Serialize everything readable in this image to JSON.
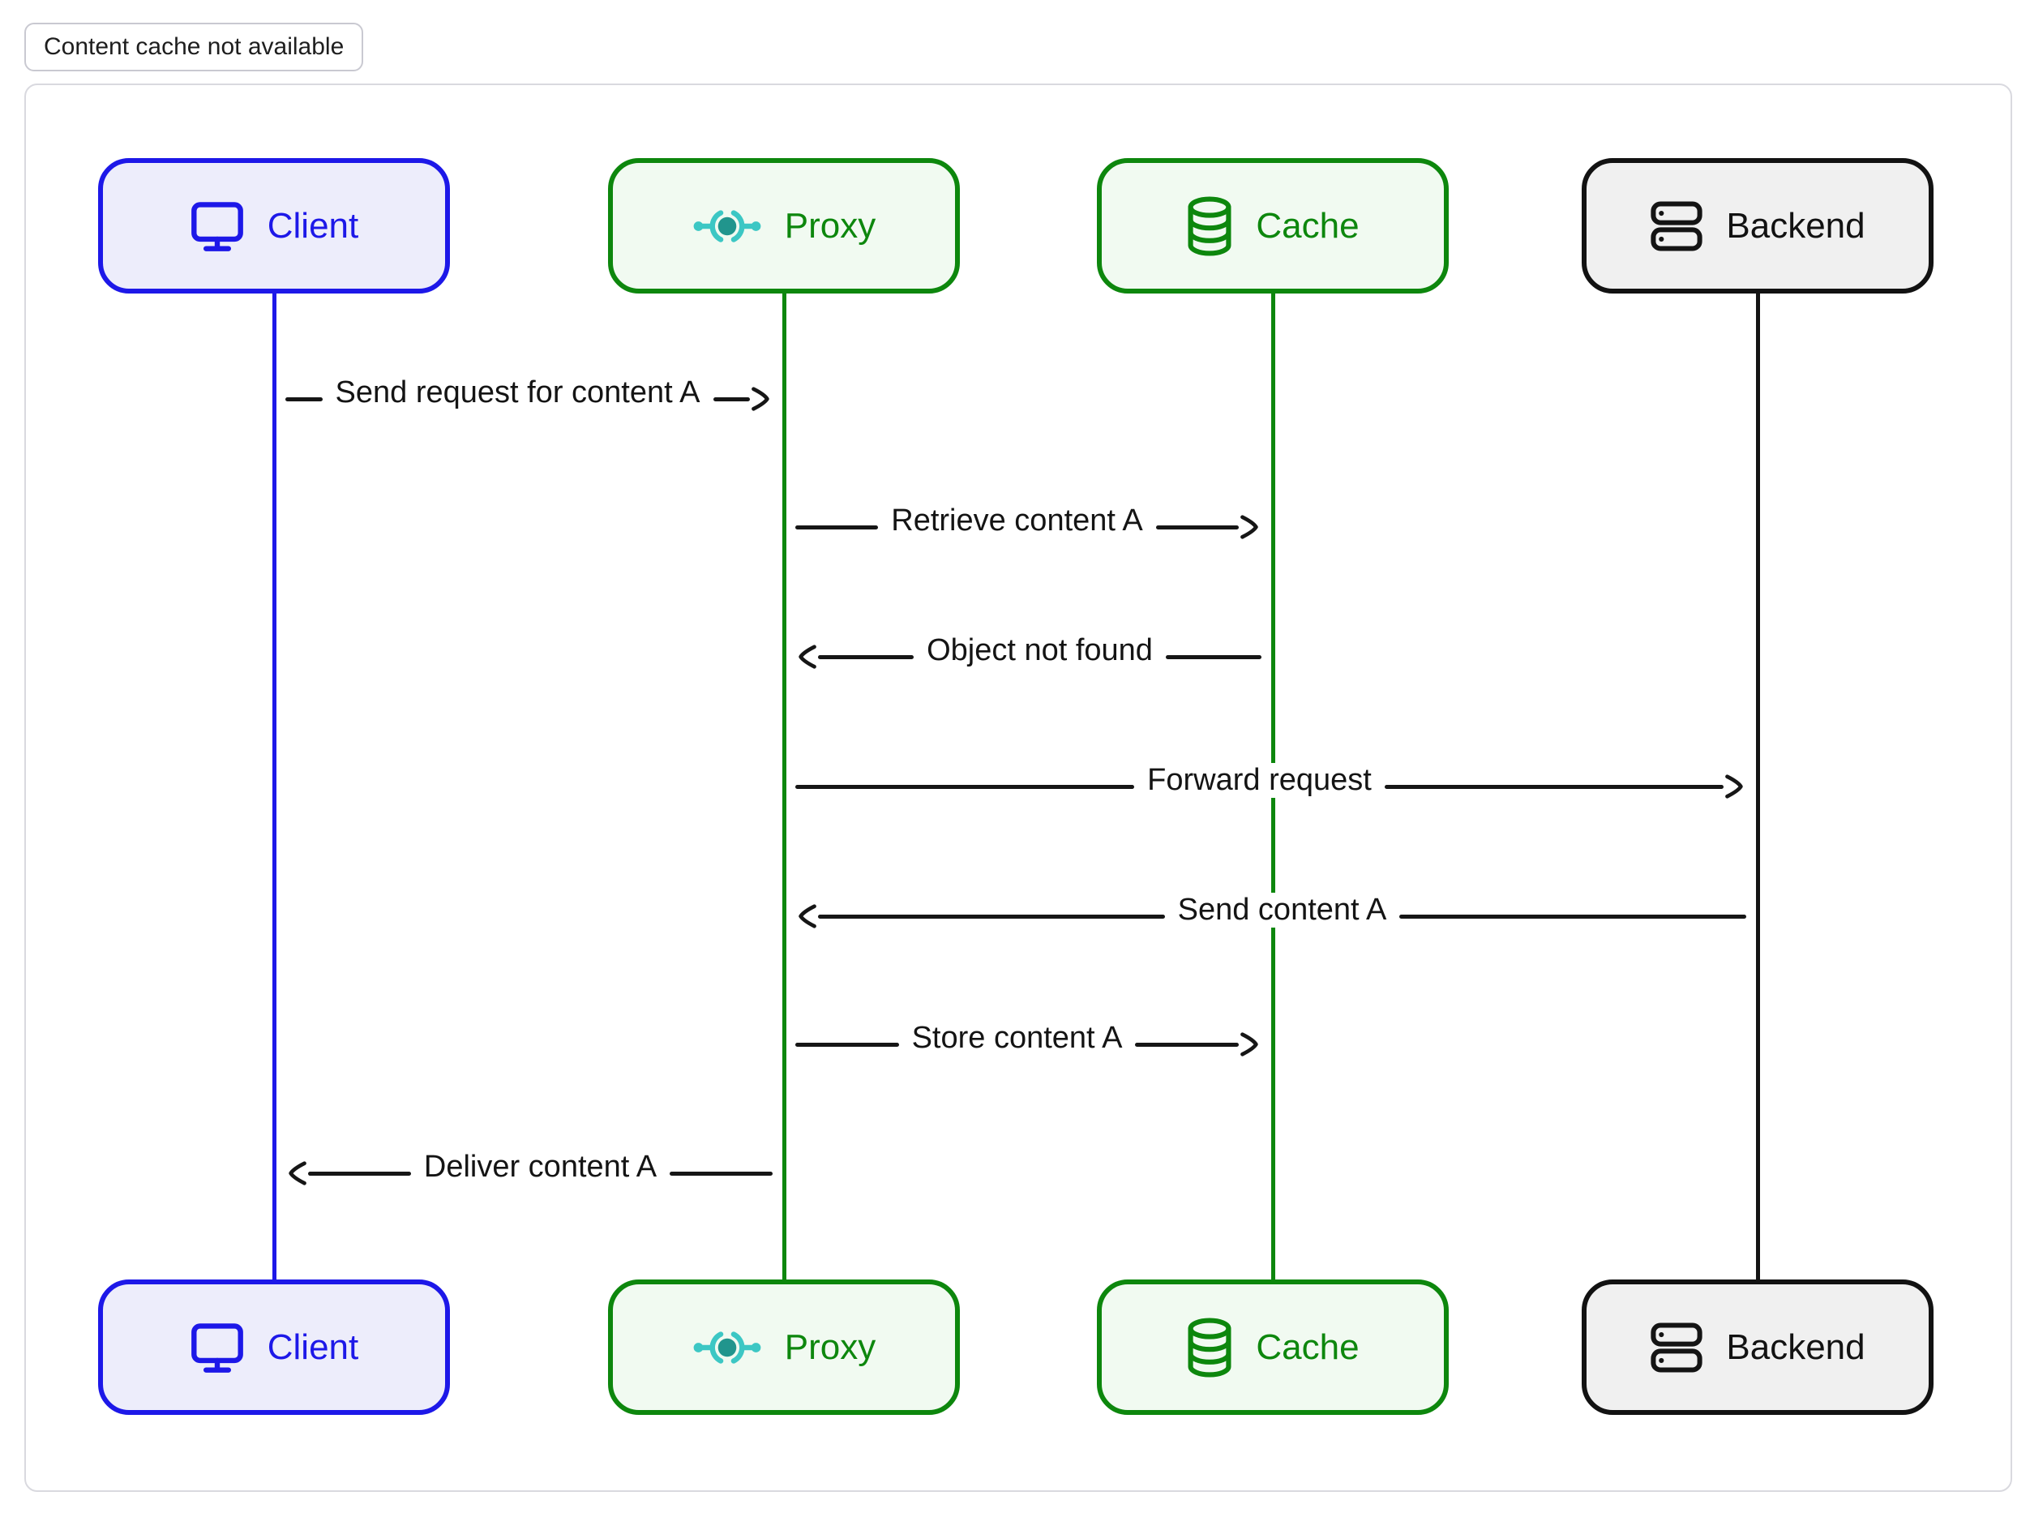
{
  "title": {
    "label": "Content cache not available"
  },
  "diagram": {
    "actors": [
      {
        "id": "client",
        "name": "Client",
        "icon": "monitor-icon",
        "accent": "#1d18e8",
        "fill": "#ededfb"
      },
      {
        "id": "proxy",
        "name": "Proxy",
        "icon": "proxy-icon",
        "accent": "#0d870d",
        "fill": "#f1faf1"
      },
      {
        "id": "cache",
        "name": "Cache",
        "icon": "database-icon",
        "accent": "#0d870d",
        "fill": "#f1faf1"
      },
      {
        "id": "backend",
        "name": "Backend",
        "icon": "server-icon",
        "accent": "#121212",
        "fill": "#f0f0f0"
      }
    ],
    "messages": [
      {
        "from": "Client",
        "to": "Proxy",
        "direction": "right",
        "label": "Send request for content A"
      },
      {
        "from": "Proxy",
        "to": "Cache",
        "direction": "right",
        "label": "Retrieve content A"
      },
      {
        "from": "Cache",
        "to": "Proxy",
        "direction": "left",
        "label": "Object not found"
      },
      {
        "from": "Proxy",
        "to": "Backend",
        "direction": "right",
        "label": "Forward request"
      },
      {
        "from": "Backend",
        "to": "Proxy",
        "direction": "left",
        "label": "Send content A"
      },
      {
        "from": "Proxy",
        "to": "Cache",
        "direction": "right",
        "label": "Store content A"
      },
      {
        "from": "Proxy",
        "to": "Client",
        "direction": "left",
        "label": "Deliver content A"
      }
    ]
  },
  "colors": {
    "client_accent": "#1d18e8",
    "client_fill": "#ededfb",
    "green_accent": "#0d870d",
    "green_fill": "#f1faf1",
    "backend_accent": "#121212",
    "backend_fill": "#f0f0f0",
    "proxy_icon_teal": "#3cc7c4",
    "proxy_icon_core": "#21958d",
    "message_color": "#161616",
    "frame_border": "#d9d9df"
  }
}
